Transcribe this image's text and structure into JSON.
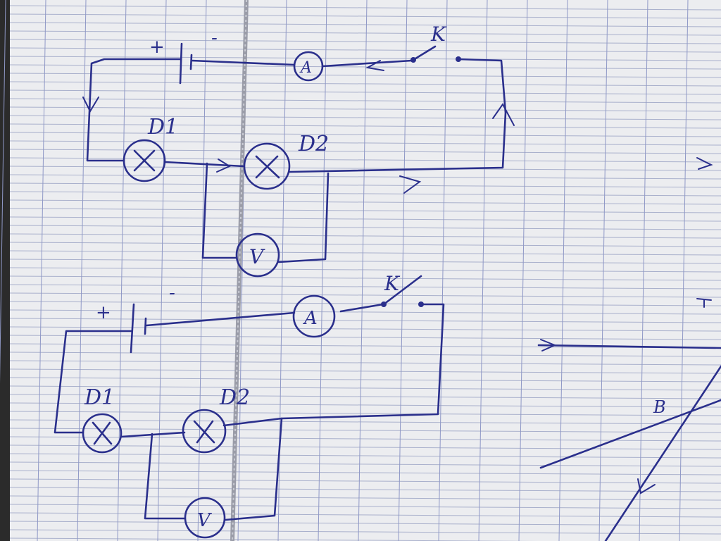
{
  "circuit_top": {
    "battery": {
      "plus": "+",
      "minus": "-"
    },
    "ammeter": "A",
    "switch": "K",
    "lamp1": "D1",
    "lamp2": "D2",
    "voltmeter": "V"
  },
  "circuit_bottom": {
    "battery": {
      "plus": "+",
      "minus": "-"
    },
    "ammeter": "A",
    "switch": "K",
    "lamp1": "D1",
    "lamp2": "D2",
    "voltmeter": "V"
  },
  "side_sketch": {
    "point_label": "B"
  },
  "ink_color": "#2a2f8c",
  "paper_color": "#ecedf0"
}
